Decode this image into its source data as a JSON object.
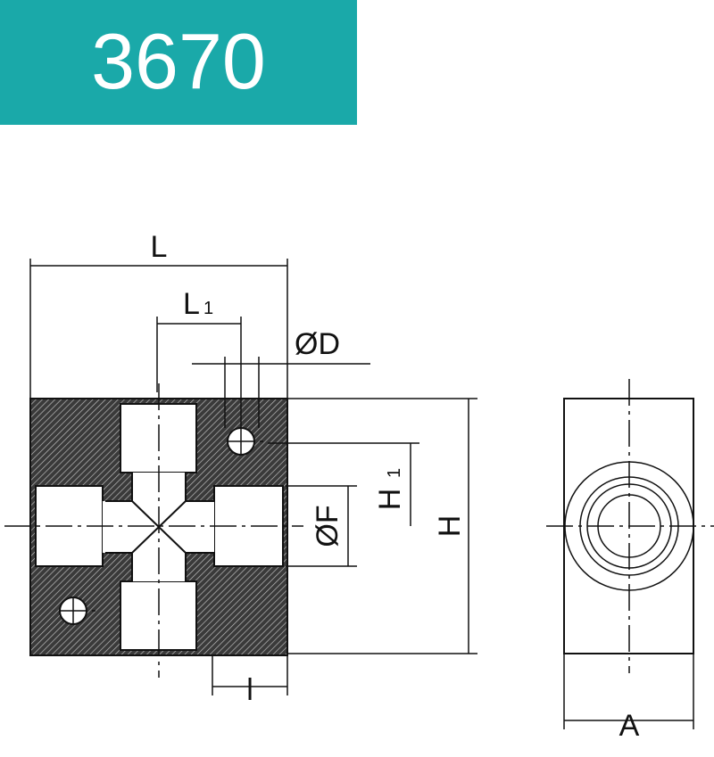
{
  "header": {
    "model": "3670",
    "color": "#1aa9a9"
  },
  "dimensions": {
    "L": "L",
    "L1": "L",
    "L1_sub": "1",
    "D": "ØD",
    "F": "ØF",
    "H": "H",
    "H1": "H",
    "H1_sub": "1",
    "l": "l",
    "A": "A"
  }
}
